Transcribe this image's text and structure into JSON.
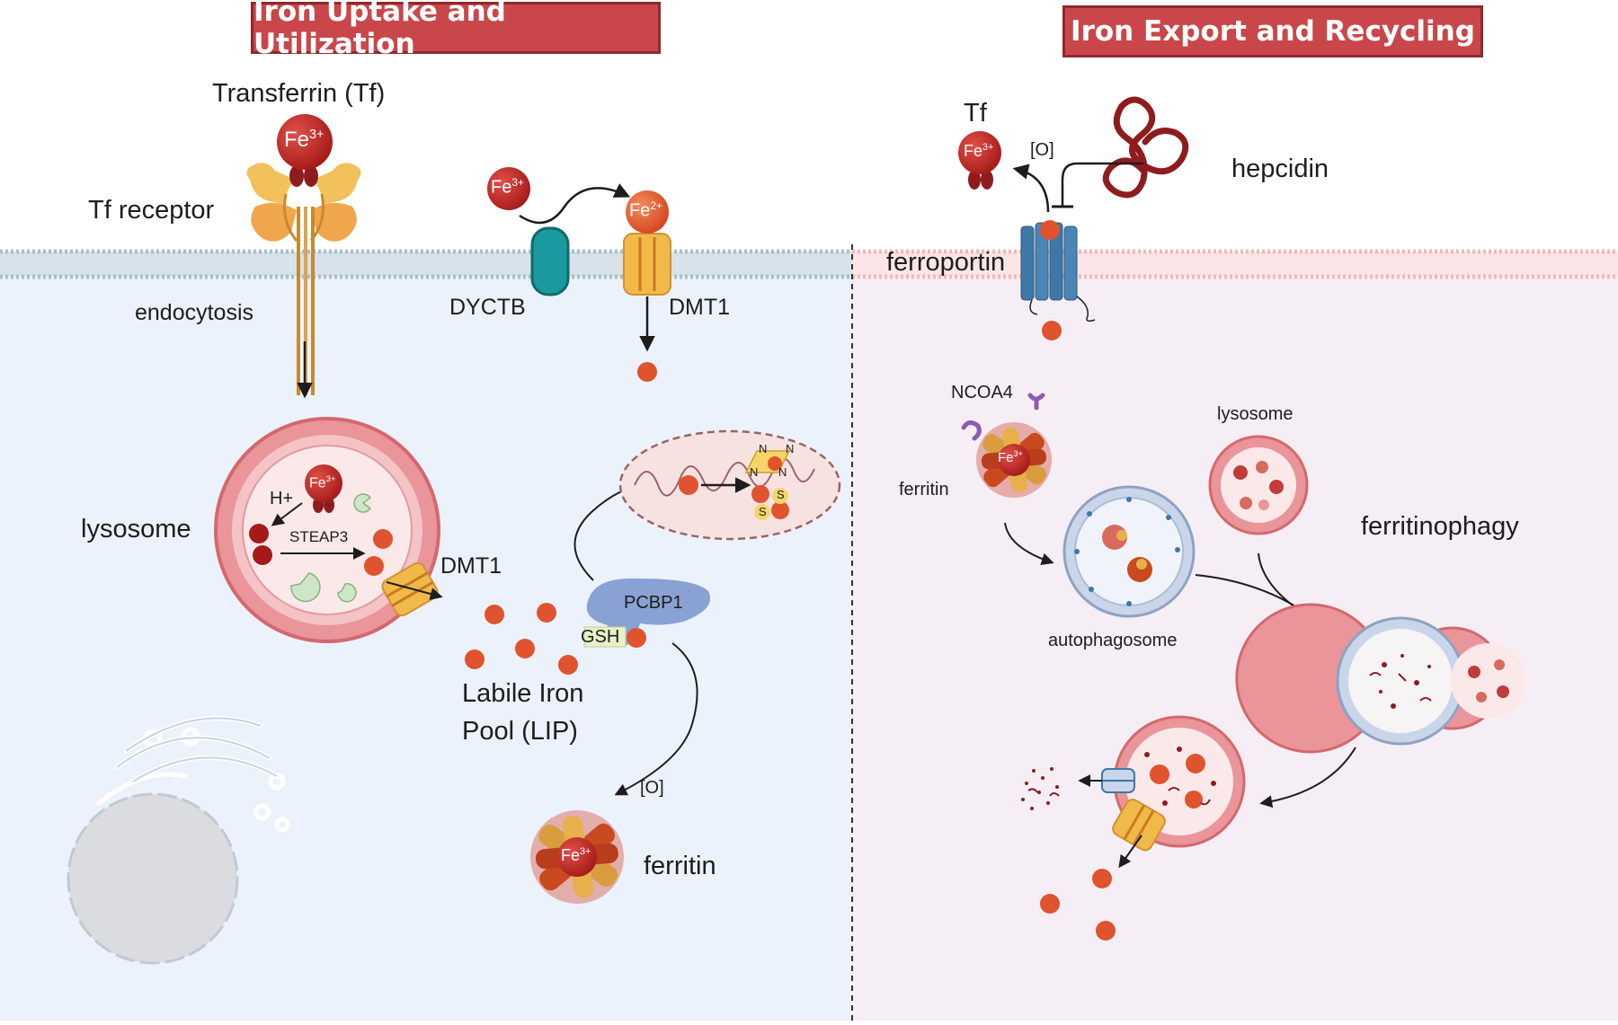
{
  "panels": {
    "left_title": "Iron Uptake and Utilization",
    "right_title": "Iron Export and Recycling"
  },
  "left": {
    "transferrin_label": "Transferrin (Tf)",
    "tf_receptor_label": "Tf receptor",
    "endocytosis_label": "endocytosis",
    "dyctb_label": "DYCTB",
    "dmt1_membrane_label": "DMT1",
    "lysosome_label": "lysosome",
    "hplus_label": "H+",
    "steap3_label": "STEAP3",
    "dmt1_lysosome_label": "DMT1",
    "pcbp1_label": "PCBP1",
    "gsh_label": "GSH",
    "lip_line1": "Labile Iron",
    "lip_line2": "Pool (LIP)",
    "oxidation_label": "[O]",
    "ferritin_label": "ferritin",
    "fe3_label": "Fe",
    "fe3_charge": "3+",
    "fe2_label": "Fe",
    "fe2_charge": "2+",
    "heme_n": "N",
    "cluster_s": "S"
  },
  "right": {
    "tf_label": "Tf",
    "oxidation_label": "[O]",
    "hepcidin_label": "hepcidin",
    "ferroportin_label": "ferroportin",
    "ncoa4_label": "NCOA4",
    "ferritin_label": "ferritin",
    "lysosome_label": "lysosome",
    "autophagosome_label": "autophagosome",
    "ferritinophagy_label": "ferritinophagy"
  },
  "colors": {
    "left_cytoplasm": "#ecf2fb",
    "right_cytoplasm": "#f5eff5",
    "left_membrane": "#a9bfcf",
    "right_membrane": "#f1b9bd",
    "iron": "#e0532f",
    "transferrin": "#b5221f",
    "title_bar": "#c9474a",
    "ferroportin": "#3f78a6",
    "dyctb": "#1a9a9e",
    "dmt1": "#f1b94a",
    "pcbp1": "#8aa1d4",
    "hepcidin": "#8e1c1f",
    "ncoa4": "#8d5bb0",
    "lysosome": "#d9686b"
  }
}
